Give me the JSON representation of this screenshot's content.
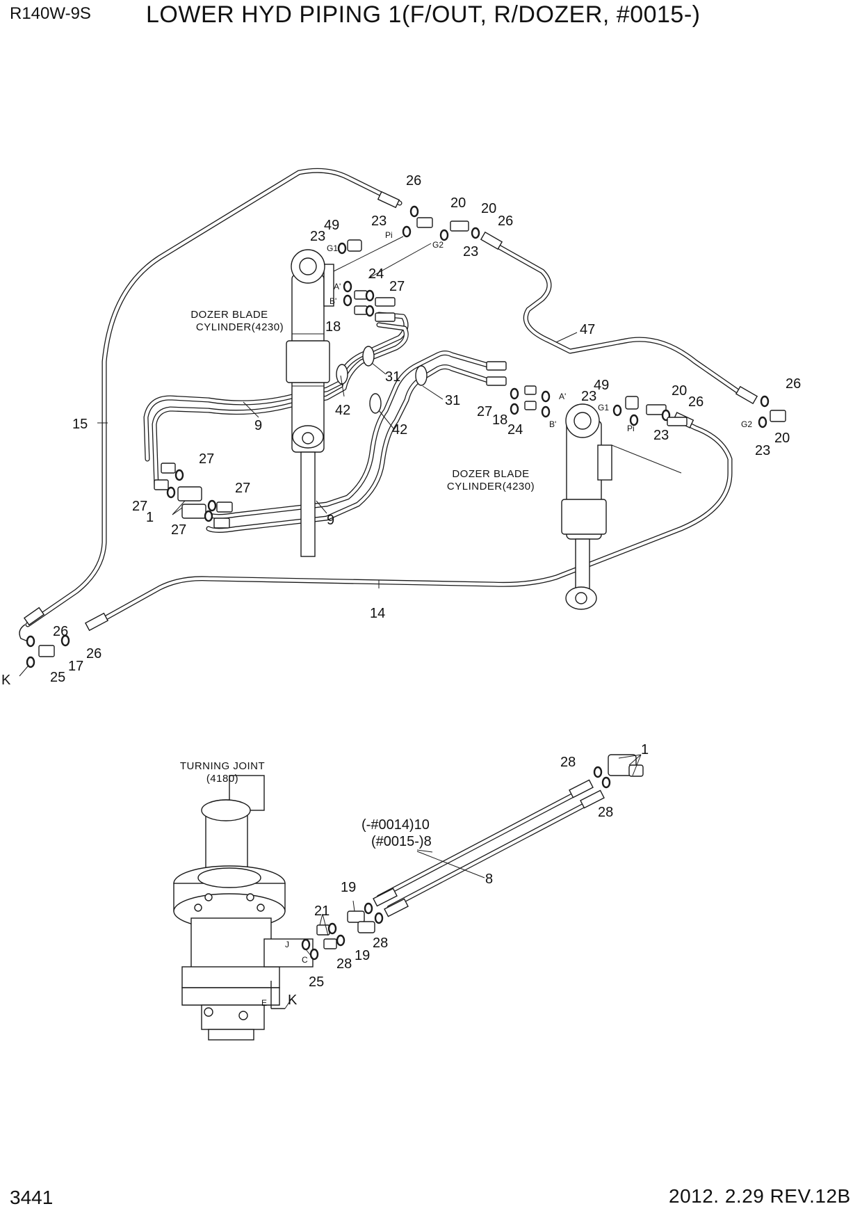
{
  "header": {
    "model": "R140W-9S",
    "title": "LOWER HYD PIPING 1(F/OUT, R/DOZER, #0015-)"
  },
  "footer": {
    "page_number": "3441",
    "revision_date": "2012. 2.29  REV.12B"
  },
  "component_labels": {
    "dozer_cylinder_left": [
      "DOZER BLADE",
      "CYLINDER(4230)"
    ],
    "dozer_cylinder_right": [
      "DOZER BLADE",
      "CYLINDER(4230)"
    ],
    "turning_joint": [
      "TURNING JOINT",
      "(4180)"
    ]
  },
  "variant_labels": {
    "pre_0014": "(-#0014)10",
    "post_0015": "(#0015-)8"
  },
  "port_labels": {
    "g1_left": "G1",
    "pi_left": "Pi",
    "g2_left": "G2",
    "a_left": "A'",
    "b_left": "B'",
    "a_right": "A'",
    "b_right": "B'",
    "g1_right": "G1",
    "pi_right": "Pi",
    "g2_right": "G2",
    "tj_j": "J",
    "tj_c": "C",
    "tj_e": "E"
  },
  "connection_labels": {
    "k_top": "K",
    "k_bottom": "K"
  },
  "part_callouts": [
    "26",
    "20",
    "20",
    "26",
    "23",
    "49",
    "23",
    "23",
    "24",
    "27",
    "18",
    "47",
    "15",
    "31",
    "42",
    "9",
    "31",
    "42",
    "27",
    "18",
    "24",
    "49",
    "23",
    "20",
    "26",
    "26",
    "23",
    "23",
    "20",
    "27",
    "27",
    "27",
    "1",
    "27",
    "9",
    "14",
    "26",
    "26",
    "17",
    "25",
    "28",
    "1",
    "28",
    "8",
    "19",
    "21",
    "19",
    "28",
    "28",
    "25"
  ]
}
